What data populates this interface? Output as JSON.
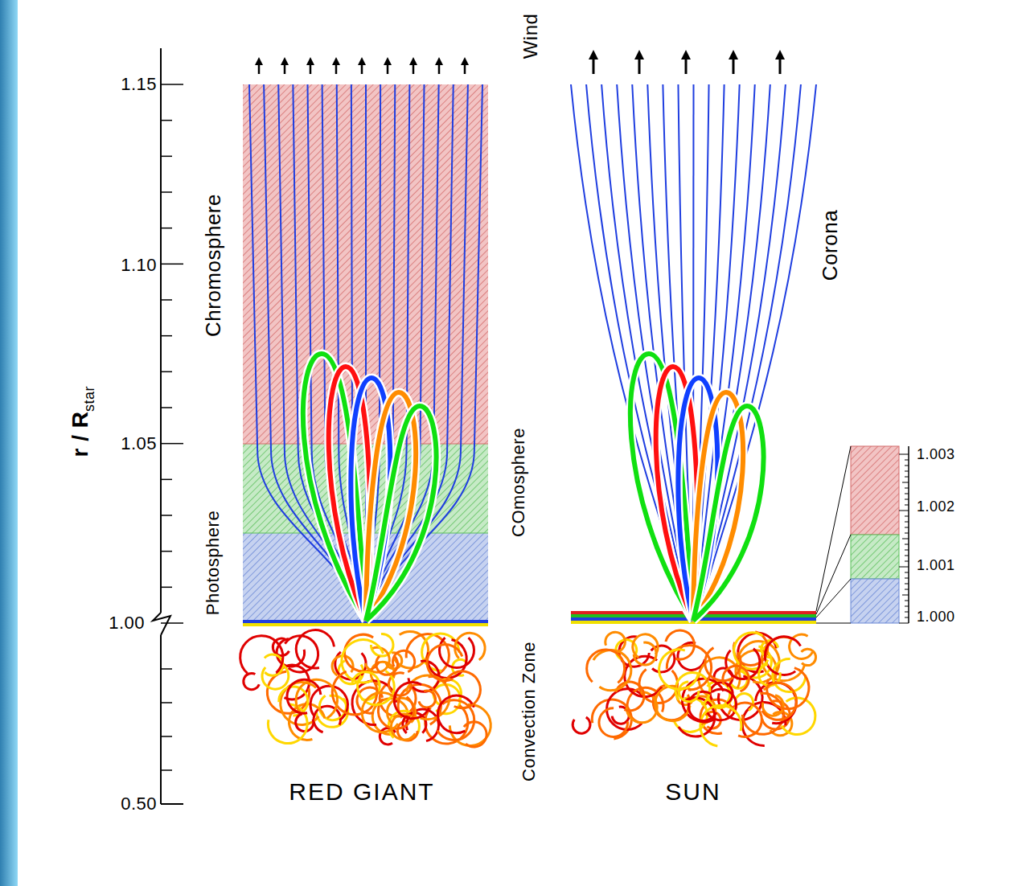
{
  "diagram": {
    "labels": [
      "Wind",
      "1.15",
      "1.10",
      "1.05",
      "1.00",
      "0.50",
      "r / R",
      "star",
      "Chromosphere",
      "Photosphere",
      "COmosphere",
      "Convection Zone",
      "Corona",
      "RED GIANT",
      "SUN",
      "1.003",
      "1.002",
      "1.001",
      "1.000"
    ]
  }
}
